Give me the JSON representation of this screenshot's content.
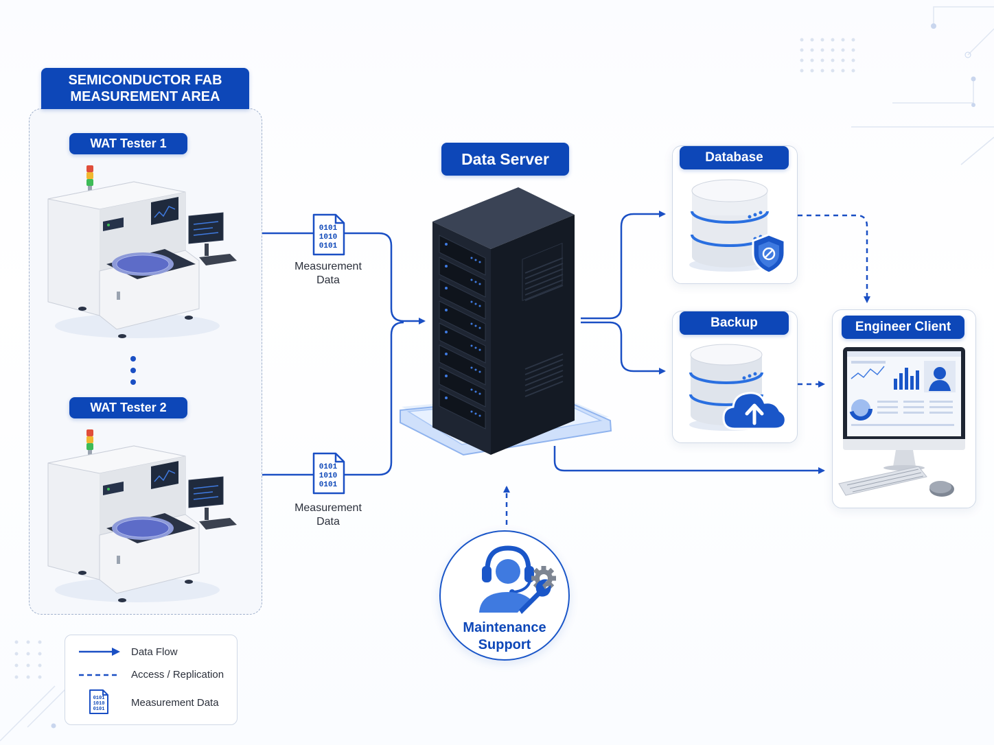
{
  "fab_area": {
    "title_line1": "SEMICONDUCTOR FAB",
    "title_line2": "MEASUREMENT AREA"
  },
  "testers": [
    {
      "label": "WAT Tester 1"
    },
    {
      "label": "WAT Tester 2"
    }
  ],
  "measurement_files": [
    {
      "code": [
        "0101",
        "1010",
        "0101"
      ],
      "label_line1": "Measurement",
      "label_line2": "Data"
    },
    {
      "code": [
        "0101",
        "1010",
        "0101"
      ],
      "label_line1": "Measurement",
      "label_line2": "Data"
    }
  ],
  "data_server": {
    "label": "Data Server"
  },
  "database": {
    "label": "Database"
  },
  "backup": {
    "label": "Backup"
  },
  "engineer_client": {
    "label": "Engineer Client"
  },
  "maintenance": {
    "label_line1": "Maintenance",
    "label_line2": "Support"
  },
  "legend": {
    "data_flow": "Data Flow",
    "access_replication": "Access / Replication",
    "measurement_data": "Measurement Data",
    "file_code": [
      "0101",
      "1010",
      "0101"
    ]
  },
  "colors": {
    "primary": "#0d47b8",
    "line": "#1a4fc4",
    "server": "#1e2532",
    "accent": "#3f7ae0"
  }
}
